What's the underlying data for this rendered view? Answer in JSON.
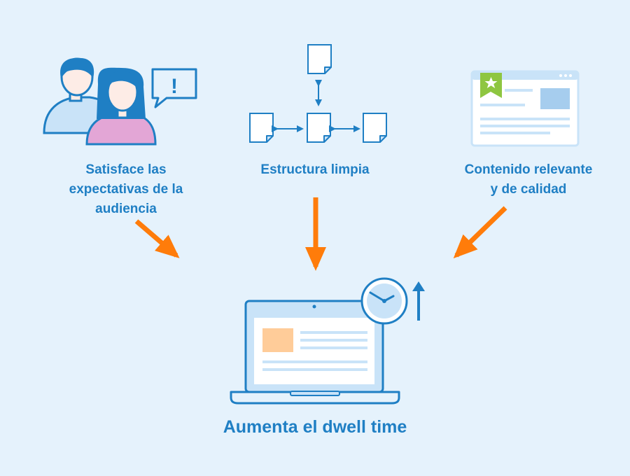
{
  "colors": {
    "background": "#e5f2fc",
    "primary_blue": "#1f7fc4",
    "light_blue": "#c9e3f8",
    "arrow_orange": "#ff7c0a",
    "female_shirt": "#e3a6d6",
    "skin": "#fdece6",
    "bookmark_green": "#8ec641",
    "thumbnail_orange": "#ffcc99"
  },
  "nodes": {
    "audience": {
      "icon": "users-speech-alert-icon",
      "bubble_glyph": "!",
      "lines": [
        "Satisface las",
        "expectativas de la",
        "audiencia"
      ]
    },
    "structure": {
      "icon": "site-structure-icon",
      "lines": [
        "Estructura limpia"
      ]
    },
    "content": {
      "icon": "bookmarked-page-icon",
      "lines": [
        "Contenido relevante",
        "y de calidad"
      ]
    },
    "result": {
      "icon": "laptop-clock-up-icon",
      "lines": [
        "Aumenta el dwell time"
      ]
    }
  }
}
